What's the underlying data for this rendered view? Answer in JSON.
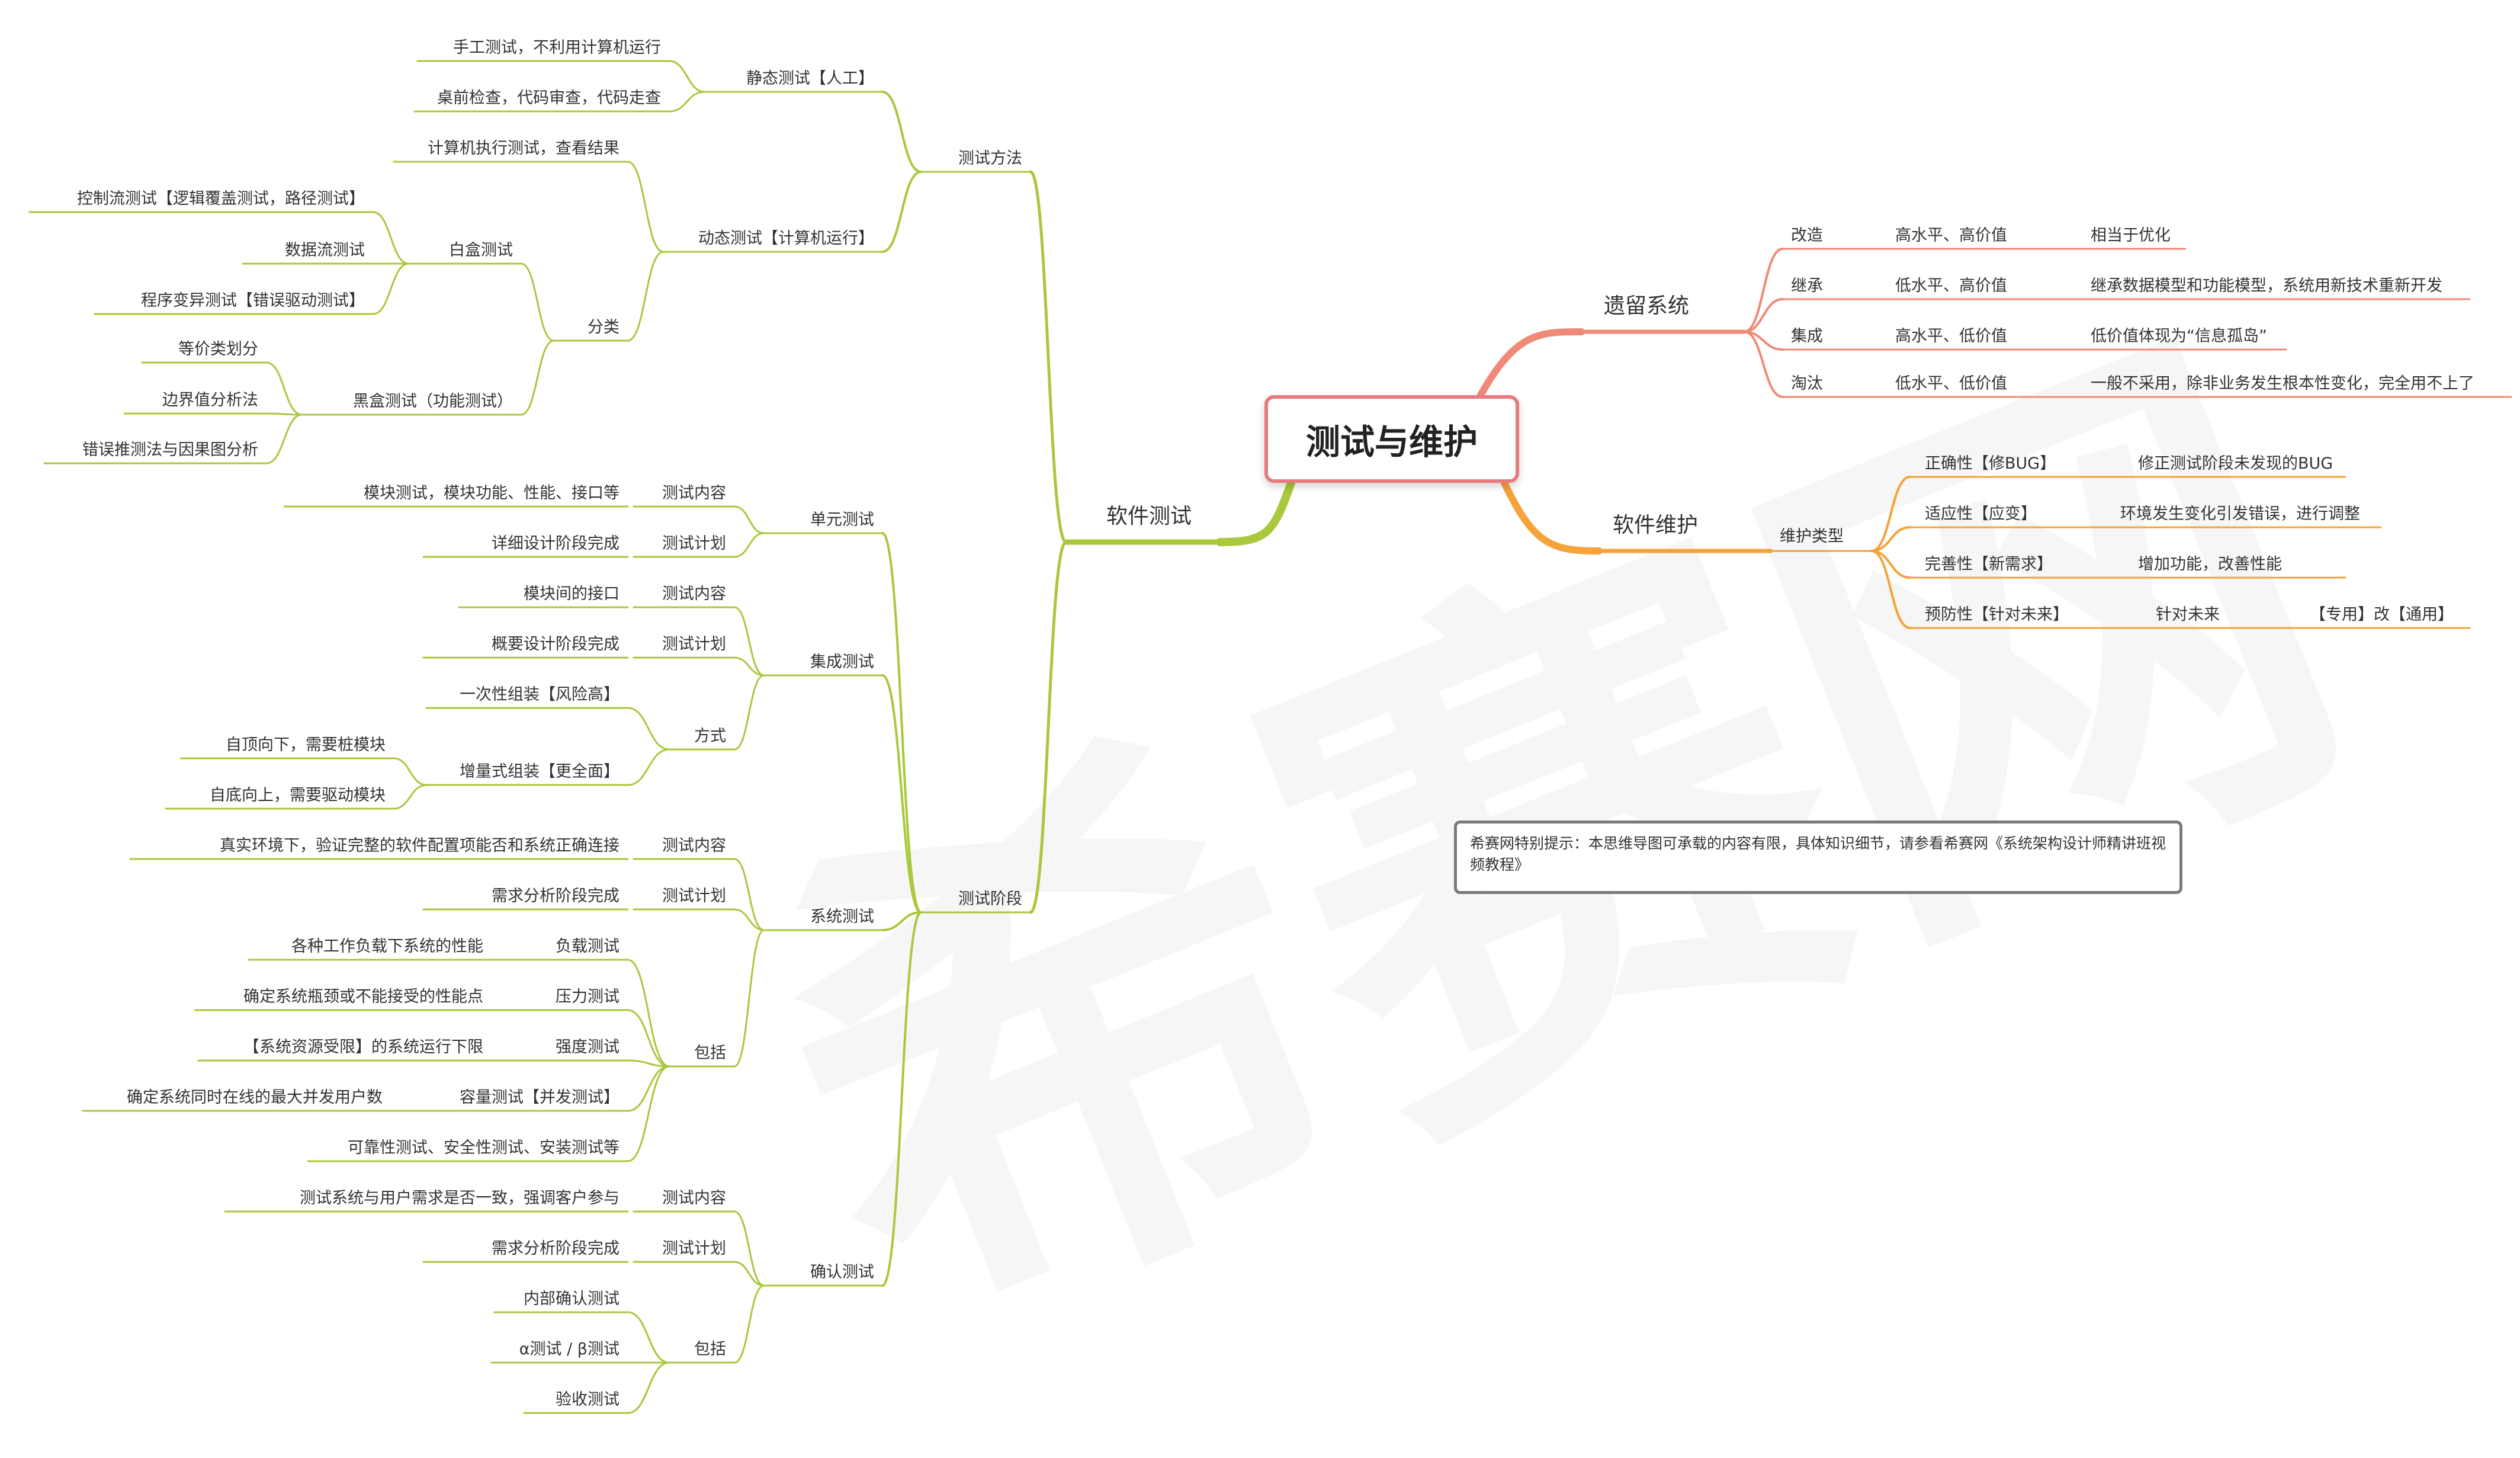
{
  "root": "测试与维护",
  "note": "希赛网特别提示：本思维导图可承载的内容有限，具体知识细节，请参看希赛网《系统架构设计师精讲班视频教程》",
  "colors": {
    "green": "#a9c83c",
    "orange": "#f5a33a",
    "salmon": "#f08a78",
    "root_border": "#e87a80",
    "text": "#333333"
  },
  "left": {
    "branch": "软件测试",
    "methods": {
      "label": "测试方法",
      "static": {
        "label": "静态测试【人工】",
        "items": [
          "手工测试，不利用计算机运行",
          "桌前检查，代码审查，代码走查"
        ]
      },
      "dynamic": {
        "label": "动态测试【计算机运行】",
        "exec": "计算机执行测试，查看结果",
        "classify": "分类",
        "whitebox": {
          "label": "白盒测试",
          "items": [
            "控制流测试【逻辑覆盖测试，路径测试】",
            "数据流测试",
            "程序变异测试【错误驱动测试】"
          ]
        },
        "blackbox": {
          "label": "黑盒测试（功能测试）",
          "items": [
            "等价类划分",
            "边界值分析法",
            "错误推测法与因果图分析"
          ]
        }
      }
    },
    "stages": {
      "label": "测试阶段",
      "unit": {
        "label": "单元测试",
        "content_k": "测试内容",
        "content_v": "模块测试，模块功能、性能、接口等",
        "plan_k": "测试计划",
        "plan_v": "详细设计阶段完成"
      },
      "integration": {
        "label": "集成测试",
        "content_k": "测试内容",
        "content_v": "模块间的接口",
        "plan_k": "测试计划",
        "plan_v": "概要设计阶段完成",
        "method": "方式",
        "once": "一次性组装【风险高】",
        "incr": "增量式组装【更全面】",
        "topdown": "自顶向下，需要桩模块",
        "bottomup": "自底向上，需要驱动模块"
      },
      "system": {
        "label": "系统测试",
        "content_k": "测试内容",
        "content_v": "真实环境下，验证完整的软件配置项能否和系统正确连接",
        "plan_k": "测试计划",
        "plan_v": "需求分析阶段完成",
        "include": "包括",
        "items": [
          {
            "k": "负载测试",
            "v": "各种工作负载下系统的性能"
          },
          {
            "k": "压力测试",
            "v": "确定系统瓶颈或不能接受的性能点"
          },
          {
            "k": "强度测试",
            "v": "【系统资源受限】的系统运行下限"
          },
          {
            "k": "容量测试【并发测试】",
            "v": "确定系统同时在线的最大并发用户数"
          }
        ],
        "other": "可靠性测试、安全性测试、安装测试等"
      },
      "acceptance": {
        "label": "确认测试",
        "content_k": "测试内容",
        "content_v": "测试系统与用户需求是否一致，强调客户参与",
        "plan_k": "测试计划",
        "plan_v": "需求分析阶段完成",
        "include": "包括",
        "items": [
          "内部确认测试",
          "α测试 / β测试",
          "验收测试"
        ]
      }
    }
  },
  "right": {
    "legacy": {
      "label": "遗留系统",
      "rows": [
        {
          "a": "改造",
          "b": "高水平、高价值",
          "c": "相当于优化"
        },
        {
          "a": "继承",
          "b": "低水平、高价值",
          "c": "继承数据模型和功能模型，系统用新技术重新开发"
        },
        {
          "a": "集成",
          "b": "高水平、低价值",
          "c": "低价值体现为“信息孤岛”"
        },
        {
          "a": "淘汰",
          "b": "低水平、低价值",
          "c": "一般不采用，除非业务发生根本性变化，完全用不上了"
        }
      ]
    },
    "maintenance": {
      "label": "软件维护",
      "types": "维护类型",
      "rows": [
        {
          "a": "正确性【修BUG】",
          "b": "修正测试阶段未发现的BUG"
        },
        {
          "a": "适应性【应变】",
          "b": "环境发生变化引发错误，进行调整"
        },
        {
          "a": "完善性【新需求】",
          "b": "增加功能，改善性能"
        },
        {
          "a": "预防性【针对未来】",
          "b": "针对未来",
          "c": "【专用】改【通用】"
        }
      ]
    }
  }
}
